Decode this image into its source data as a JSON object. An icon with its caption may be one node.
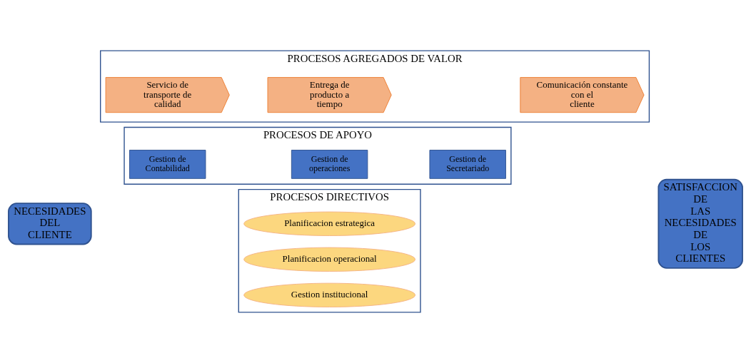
{
  "diagram": {
    "nodes": [
      {
        "text": [
          "NECESIDADES DEL CLIENTE"
        ]
      },
      {
        "text": [
          "PROCESOS DIRECTIVOS"
        ]
      },
      {
        "text": [
          "Planificacion estrategica"
        ],
        "in": 1
      },
      {
        "text": [
          "Planificacion operacional"
        ],
        "in": 1
      },
      {
        "text": [
          "Gestion institucional"
        ],
        "in": 1
      },
      {
        "text": [
          "PROCESOS AGREGADOS DE VALOR"
        ]
      },
      {
        "text": [
          "Servicio de transporte de calidad"
        ],
        "in": 5
      },
      {
        "text": [
          "Entrega de producto a tiempo"
        ],
        "in": 5
      },
      {
        "text": [
          "Comunicación constante con el cliente"
        ],
        "in": 5
      },
      {
        "text": [
          "PROCESOS DE APOYO"
        ]
      },
      {
        "text": [
          "Gestion de Contabilidad"
        ],
        "in": 9
      },
      {
        "text": [
          "Gestion de operaciones"
        ],
        "in": 9
      },
      {
        "text": [
          "Gestion de Secretariado"
        ],
        "in": 9
      },
      {
        "text": [
          "SATISFACCION DE LAS NECESIDADES DE LOS CLIENTES"
        ]
      }
    ],
    "edges": []
  }
}
